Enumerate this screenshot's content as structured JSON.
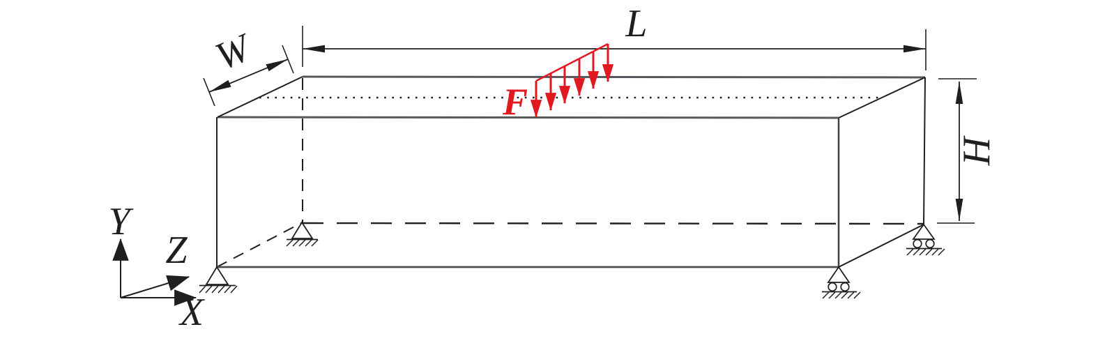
{
  "diagram": {
    "description": "3D schematic of a simply supported rectangular beam: length L, width W, height H, with a downward line load F applied across the top face at mid-span; pinned supports at the left end, roller supports at the right end; coordinate axes X, Y, Z at lower left.",
    "labels": {
      "length": "L",
      "width": "W",
      "height": "H",
      "force": "F",
      "axis_x": "X",
      "axis_y": "Y",
      "axis_z": "Z"
    },
    "colors": {
      "force_red": "#e0181f",
      "line_black": "#1f1f1f",
      "edge_gray": "#55585c",
      "background": "#ffffff"
    },
    "force": {
      "arrow_count": 6,
      "direction": "downward",
      "position": "mid-span, distributed across the beam width"
    },
    "supports": [
      {
        "icon": "pinned-support-icon",
        "position": "front-left"
      },
      {
        "icon": "pinned-support-icon",
        "position": "back-left"
      },
      {
        "icon": "roller-support-icon",
        "position": "front-right"
      },
      {
        "icon": "roller-support-icon",
        "position": "back-right"
      }
    ]
  }
}
